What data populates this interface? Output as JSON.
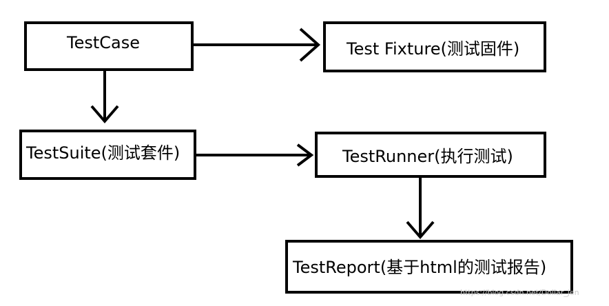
{
  "diagram": {
    "nodes": {
      "testcase": "TestCase",
      "fixture": "Test Fixture(测试固件)",
      "suite": "TestSuite(测试套件)",
      "runner": "TestRunner(执行测试)",
      "report": "TestReport(基于html的测试报告)"
    },
    "edges": [
      {
        "from": "TestCase",
        "to": "Test Fixture(测试固件)"
      },
      {
        "from": "TestCase",
        "to": "TestSuite(测试套件)"
      },
      {
        "from": "TestSuite(测试套件)",
        "to": "TestRunner(执行测试)"
      },
      {
        "from": "TestRunner(执行测试)",
        "to": "TestReport(基于html的测试报告)"
      }
    ]
  },
  "watermark": "https://blog.csdn.net/Dollar_jen"
}
